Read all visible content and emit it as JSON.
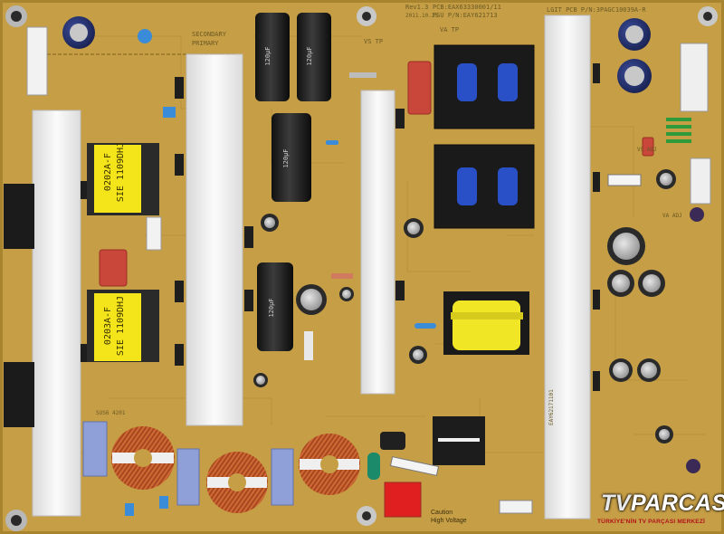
{
  "board": {
    "rev": "Rev1.3",
    "pcb_number": "PCB:EAX63330001/11",
    "psu_number": "PSU P/N:EAY621713",
    "date": "2011.10.25",
    "lgit_pcb": "LGIT PCB P/N:3PAGC10039A-R",
    "secondary": "SECONDARY",
    "primary": "PRIMARY",
    "vs_tp": "VS TP",
    "va_tp": "VA TP",
    "va_adj": "VA ADJ",
    "vs_adj": "VS ADJ",
    "caution": "Caution",
    "high_voltage": "High Voltage",
    "sus_code": "SUS6 4201",
    "model_codes": "EAY62171101"
  },
  "transformers": {
    "t1_line1": "0202A-F",
    "t1_line2": "SIE 1109DHJ",
    "t2_line1": "0203A-F",
    "t2_line2": "SIE 1109DHJ"
  },
  "capacitors": {
    "value_label": "120μF"
  },
  "watermark": {
    "brand_tv": "TV",
    "brand_rest": "PARCASI",
    "tagline": "TÜRKİYE'NİN TV PARÇASI MERKEZİ"
  },
  "colors": {
    "pcb": "#c9a24a",
    "heatsink": "#f1f1f1",
    "transformer_yellow": "#f4e61a",
    "coil_copper": "#b4552a",
    "relay_blue": "#2a50c8",
    "brand_red": "#b1121a"
  }
}
